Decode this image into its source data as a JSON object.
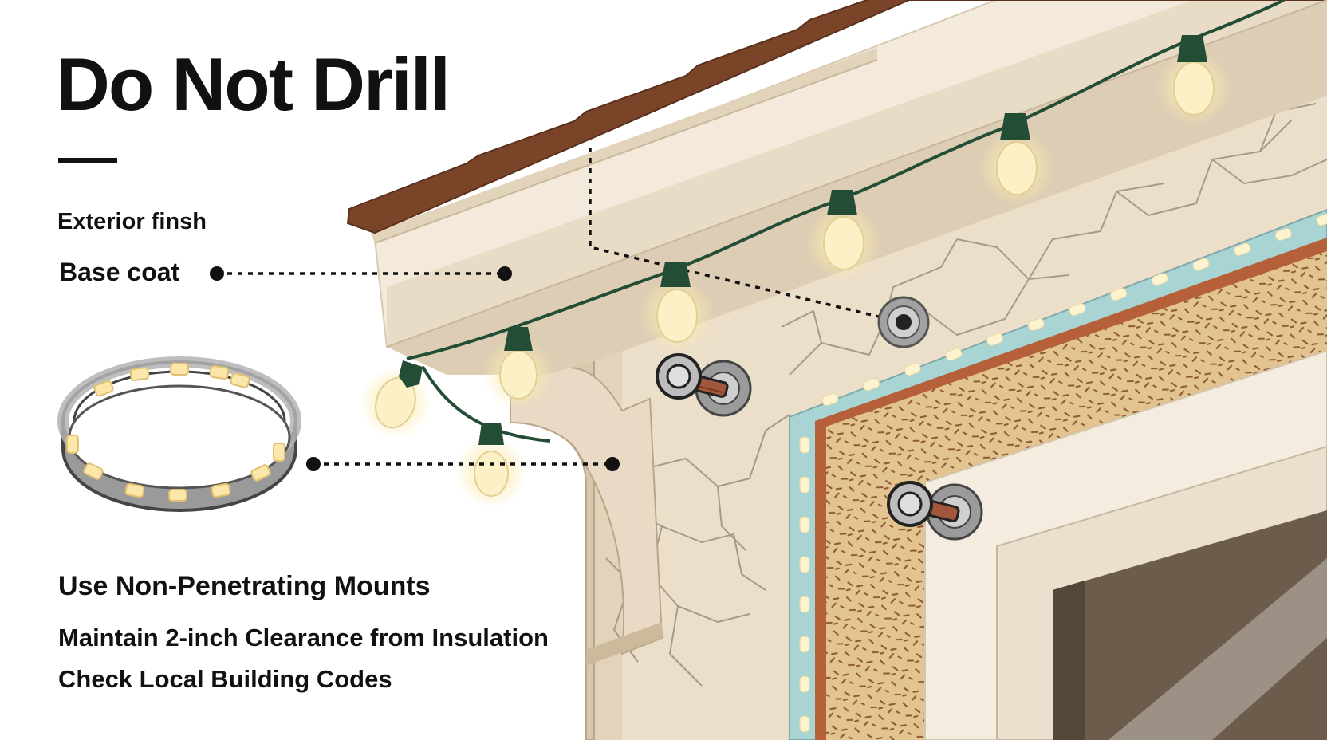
{
  "title": "Do Not Drill",
  "labels": {
    "exterior_finish": "Exterior finsh",
    "base_coat": "Base coat"
  },
  "notes": [
    "Use Non-Penetrating Mounts",
    "Maintain 2-inch Clearance from Insulation",
    "Check Local Building Codes"
  ],
  "colors": {
    "roof": "#7a4428",
    "fascia": "#f3eadb",
    "stucco_wall": "#eadfcb",
    "string_wire": "#234d35",
    "bulb_glow": "#fbf0c6",
    "mesh_layer": "#a9d4d4",
    "insulation": "#e2c08a",
    "drywall": "#b6603a",
    "window_frame": "#f4ecde",
    "window_glass": "#6c5c4c",
    "mount_metal": "#9b9b9b",
    "rod": "#a2573c",
    "text": "#111111"
  }
}
